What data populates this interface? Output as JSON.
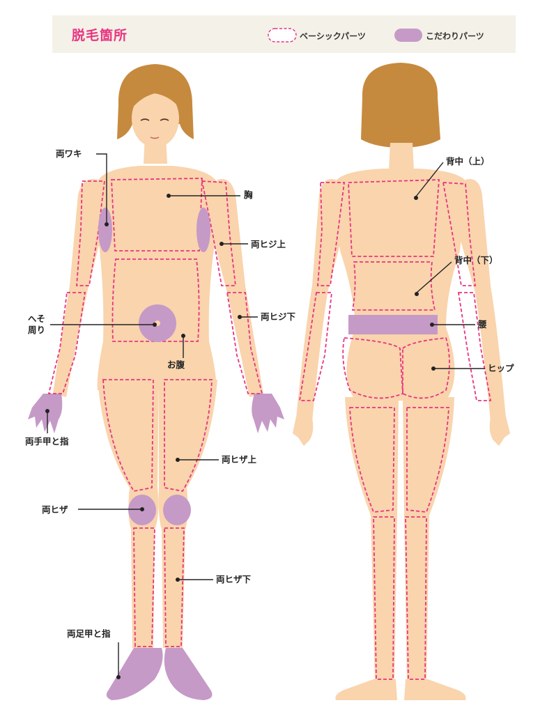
{
  "header": {
    "title": "脱毛箇所",
    "legend_basic": "ベーシックパーツ",
    "legend_special": "こだわりパーツ"
  },
  "colors": {
    "accent": "#e8347f",
    "special_fill": "#c59ac7",
    "skin": "#f9d4ad",
    "hair": "#c68a3e",
    "header_bg": "#f4f1e8"
  },
  "front_labels": {
    "armpits": "両ワキ",
    "chest": "胸",
    "upper_arm": "両ヒジ上",
    "navel_line1": "へそ",
    "navel_line2": "周り",
    "lower_arm": "両ヒジ下",
    "belly": "お腹",
    "hands": "両手甲と指",
    "thighs": "両ヒザ上",
    "knees": "両ヒザ",
    "shins": "両ヒザ下",
    "feet": "両足甲と指"
  },
  "back_labels": {
    "upper_back": "背中（上）",
    "lower_back": "背中（下）",
    "waist": "腰",
    "hips": "ヒップ"
  }
}
